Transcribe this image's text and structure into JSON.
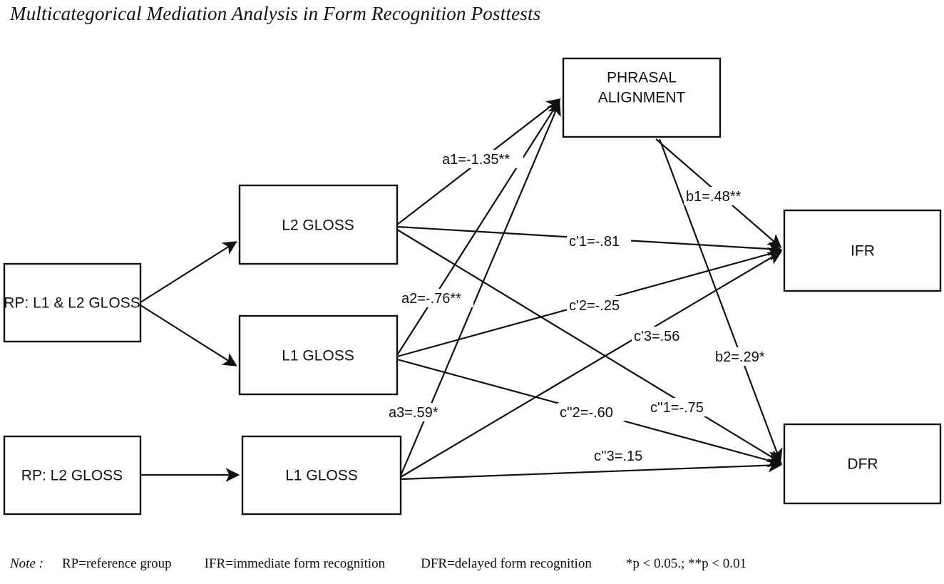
{
  "title": "Multicategorical Mediation Analysis in Form Recognition Posttests",
  "nodes": {
    "phrasal_alignment_line1": "PHRASAL",
    "phrasal_alignment_line2": "ALIGNMENT",
    "l2_gloss": "L2 GLOSS",
    "l1_gloss_mid": "L1 GLOSS",
    "l1_gloss_bottom": "L1 GLOSS",
    "rp_l1_l2_gloss": "RP: L1 & L2 GLOSS",
    "rp_l2_gloss": "RP: L2 GLOSS",
    "ifr": "IFR",
    "dfr": "DFR"
  },
  "paths": {
    "a1": "a1=-1.35**",
    "a2": "a2=-.76**",
    "a3": "a3=.59*",
    "b1": "b1=.48**",
    "b2": "b2=.29*",
    "cp1": "c'1=-.81",
    "cp2": "c'2=-.25",
    "cp3": "c'3=.56",
    "cpp1": "c''1=-.75",
    "cpp2": "c''2=-.60",
    "cpp3": "c''3=.15"
  },
  "note": {
    "label": "Note :",
    "rp": "RP=reference group",
    "ifr": "IFR=immediate form recognition",
    "dfr": "DFR=delayed form recognition",
    "significance": "*p < 0.05.; **p < 0.01"
  },
  "colors": {
    "stroke": "#111111",
    "background": "#ffffff"
  }
}
